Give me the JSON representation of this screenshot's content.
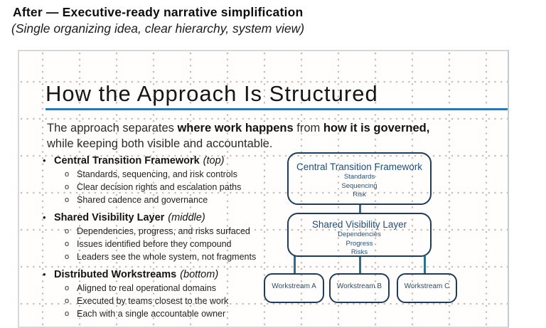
{
  "page_header": {
    "title": "After — Executive-ready narrative simplification",
    "subtitle": "(Single organizing idea, clear hierarchy, system view)"
  },
  "slide": {
    "title": "How the Approach Is Structured",
    "intro": {
      "part1": "The approach separates ",
      "bold1": "where work happens",
      "part2": " from ",
      "bold2": "how it is governed,",
      "part3": "while keeping both visible and accountable."
    },
    "outline": {
      "bullet_glyph": "•",
      "sub_bullet_glyph": "o",
      "sections": [
        {
          "label": "Central Transition Framework",
          "qualifier": "(top)",
          "items": [
            "Standards, sequencing, and risk controls",
            "Clear decision rights and escalation paths",
            "Shared cadence and governance"
          ]
        },
        {
          "label": "Shared Visibility Layer",
          "qualifier": "(middle)",
          "items": [
            "Dependencies, progress, and risks surfaced",
            "Issues identified before they compound",
            "Leaders see the whole system, not fragments"
          ]
        },
        {
          "label": "Distributed Workstreams",
          "qualifier": "(bottom)",
          "items": [
            "Aligned to real operational domains",
            "Executed by teams closest to the work",
            "Each with a single accountable owner"
          ]
        }
      ]
    },
    "diagram": {
      "top_box": {
        "title": "Central Transition Framework",
        "items": [
          "Standards",
          "Sequencing",
          "Risk"
        ]
      },
      "middle_box": {
        "title": "Shared Visibility Layer",
        "items": [
          "Dependencies",
          "Progress",
          "Risks"
        ]
      },
      "workstreams": [
        "Workstream A",
        "Workstream B",
        "Workstream C"
      ]
    },
    "colors": {
      "title_underline": "#2e75b6",
      "box_border": "#1e3c5c",
      "box_text": "#1f4e79",
      "connector": "#2e7089",
      "grid_dot": "#c9b5ac"
    }
  }
}
